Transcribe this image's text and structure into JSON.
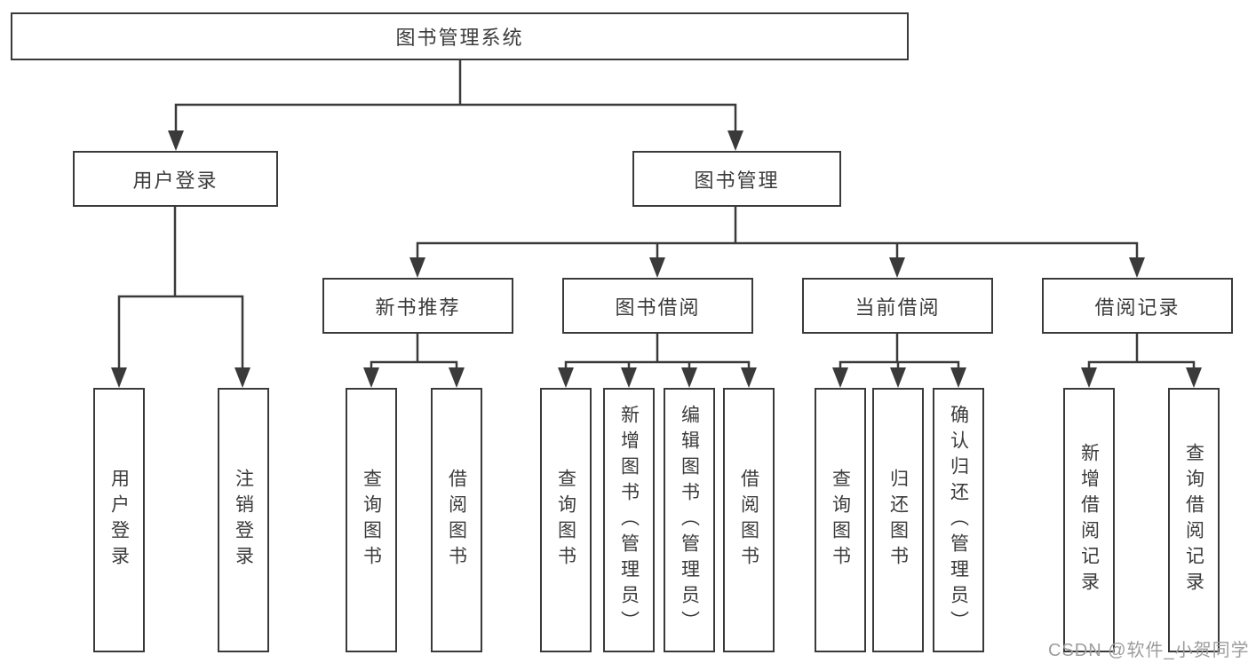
{
  "diagram_type": "hierarchy",
  "colors": {
    "line": "#3a3a3a",
    "box_border": "#3a3a3a",
    "text": "#3b3b3b",
    "background": "#ffffff",
    "watermark": "#9d9d9d"
  },
  "tree": {
    "root": "图书管理系统",
    "branches": [
      {
        "label": "用户登录",
        "children": [
          "用户登录",
          "注销登录"
        ]
      },
      {
        "label": "图书管理",
        "sections": [
          {
            "label": "新书推荐",
            "children": [
              "查询图书",
              "借阅图书"
            ]
          },
          {
            "label": "图书借阅",
            "children": [
              "查询图书",
              "新增图书（管理员）",
              "编辑图书（管理员）",
              "借阅图书"
            ]
          },
          {
            "label": "当前借阅",
            "children": [
              "查询图书",
              "归还图书",
              "确认归还（管理员）"
            ]
          },
          {
            "label": "借阅记录",
            "children": [
              "新增借阅记录",
              "查询借阅记录"
            ]
          }
        ]
      }
    ]
  },
  "watermark": "CSDN @软件_小贺同学"
}
